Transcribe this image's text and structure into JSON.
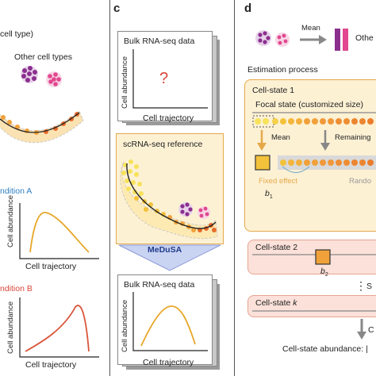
{
  "left": {
    "cell_type_label": "cell type)",
    "other_cell_types_label": "Other cell types",
    "conditionA": {
      "title": "ndition A",
      "ylabel": "Cell abundance",
      "xlabel": "Cell trajectory"
    },
    "conditionB": {
      "title": "ndition B",
      "ylabel": "Cell abundance",
      "xlabel": "Cell trajectory"
    }
  },
  "panel_c": {
    "letter": "c",
    "bulk_top": {
      "title": "Bulk RNA-seq data",
      "ylabel": "Cell abundance",
      "xlabel": "Cell trajectory",
      "unknown": "?"
    },
    "reference": {
      "title": "scRNA-seq reference"
    },
    "method": "MeDuSA",
    "bulk_bottom": {
      "title": "Bulk RNA-seq data",
      "ylabel": "Cell abundance",
      "xlabel": "Cell trajectory"
    }
  },
  "panel_d": {
    "letter": "d",
    "mean_label": "Mean",
    "other_label": "Othe",
    "process_title": "Estimation process",
    "state1": {
      "title": "Cell-state 1",
      "focal": "Focal state (customized size)",
      "mean": "Mean",
      "remaining": "Remaining",
      "fixed": "Fixed effect",
      "random": "Rando",
      "b_label": "b",
      "b_sub": "1"
    },
    "state2": {
      "title": "Cell-state 2",
      "b_label": "b",
      "b_sub": "2"
    },
    "dots": "⋮",
    "s_label": "S",
    "statek": {
      "title_prefix": "Cell-state ",
      "title_k": "k"
    },
    "c_label": "C",
    "result": "Cell-state abundance: |"
  },
  "colors": {
    "orange_curve": "#e7a72a",
    "red_curve": "#d9553a",
    "blue_title": "#2f7fc1",
    "red_title": "#d9463a",
    "panel_bg": "#fdf1d4",
    "state_bg": "#fbe1d9",
    "medusa_blue": "#c9d3f2",
    "dot_orange": "#f0a13a"
  }
}
